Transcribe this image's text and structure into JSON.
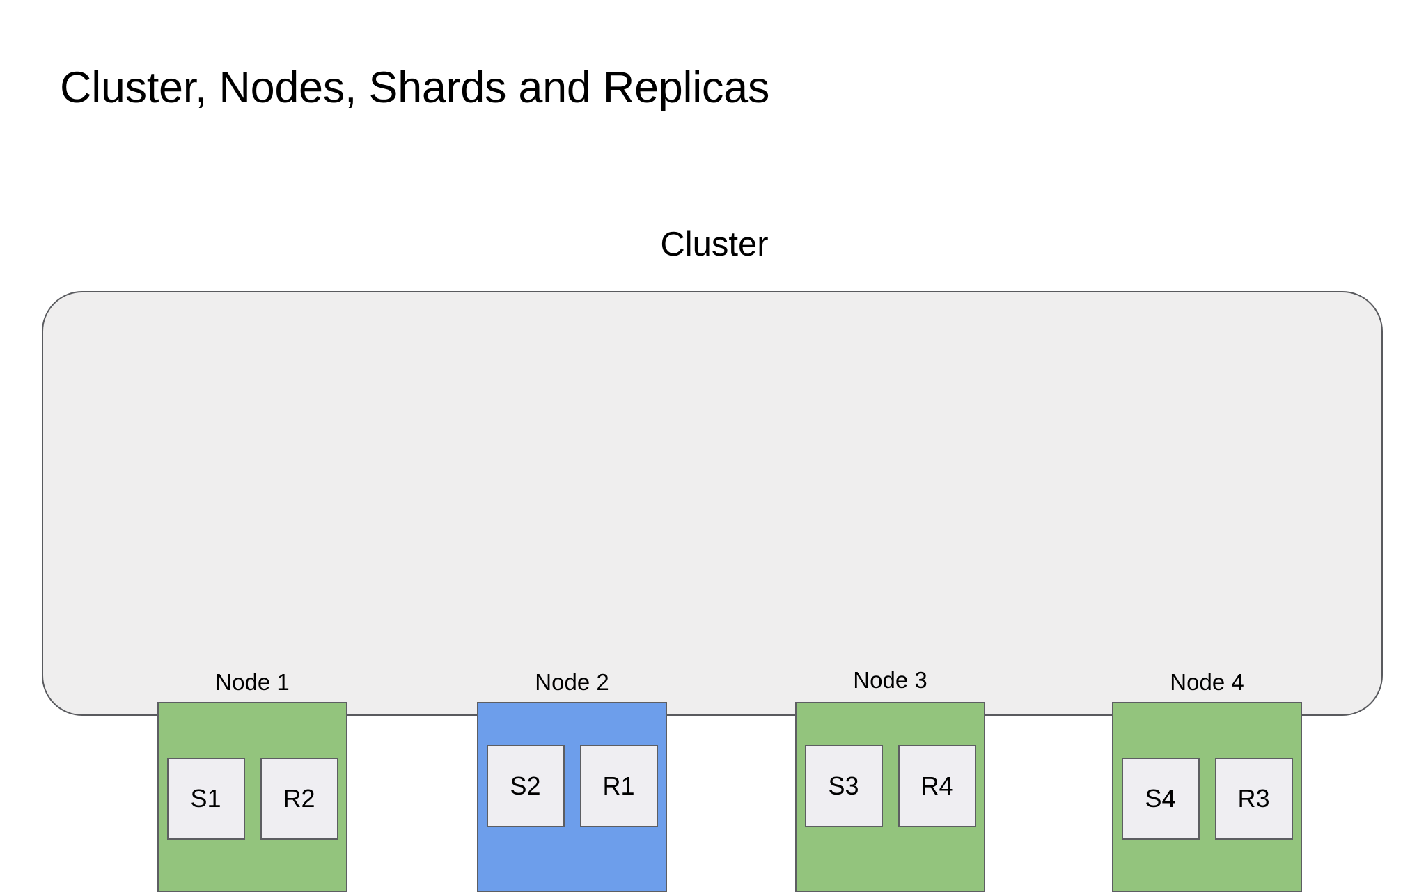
{
  "slide": {
    "title": "Cluster, Nodes, Shards and Replicas",
    "background_color": "#ffffff"
  },
  "cluster": {
    "caption": "Cluster",
    "fill_color": "#efeeee",
    "border_color": "#595a5e",
    "nodes": [
      {
        "label": "Node 1",
        "fill_color": "#93c47d",
        "border_color": "#5d5e62",
        "shards": [
          {
            "label": "S1",
            "kind": "shard"
          },
          {
            "label": "R2",
            "kind": "replica"
          }
        ]
      },
      {
        "label": "Node 2",
        "fill_color": "#6d9eeb",
        "border_color": "#5d5e62",
        "shards": [
          {
            "label": "S2",
            "kind": "shard"
          },
          {
            "label": "R1",
            "kind": "replica"
          }
        ]
      },
      {
        "label": "Node 3",
        "fill_color": "#93c47d",
        "border_color": "#5d5e62",
        "shards": [
          {
            "label": "S3",
            "kind": "shard"
          },
          {
            "label": "R4",
            "kind": "replica"
          }
        ]
      },
      {
        "label": "Node 4",
        "fill_color": "#93c47d",
        "border_color": "#5d5e62",
        "shards": [
          {
            "label": "S4",
            "kind": "shard"
          },
          {
            "label": "R3",
            "kind": "replica"
          }
        ]
      }
    ]
  }
}
